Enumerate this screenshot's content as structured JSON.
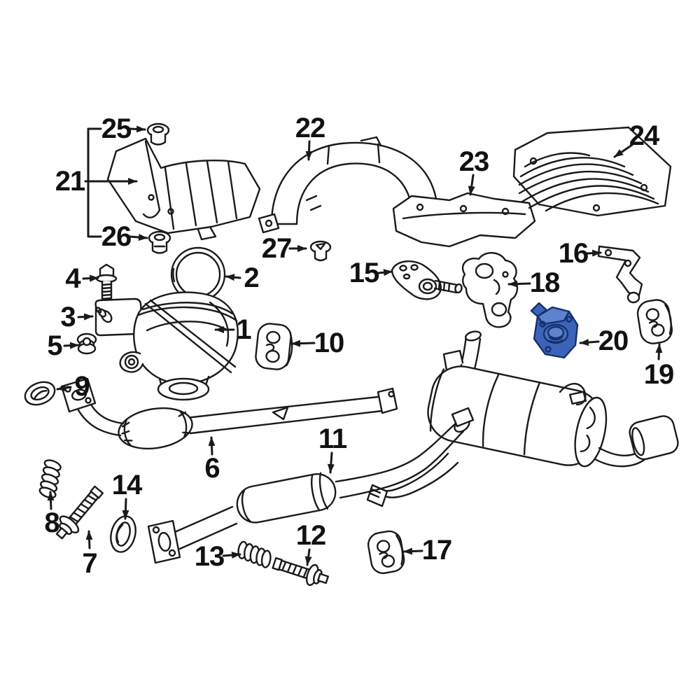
{
  "colors": {
    "background": "#ffffff",
    "line": "#1a1a1a",
    "label_text": "#111111",
    "highlight_fill": "#3b64b8",
    "highlight_facet": "#5d83cf",
    "highlight_line": "#16306e"
  },
  "labels": {
    "l1": "1",
    "l2": "2",
    "l3": "3",
    "l4": "4",
    "l5": "5",
    "l6": "6",
    "l7": "7",
    "l8": "8",
    "l9": "9",
    "l10": "10",
    "l11": "11",
    "l12": "12",
    "l13": "13",
    "l14": "14",
    "l15": "15",
    "l16": "16",
    "l17": "17",
    "l18": "18",
    "l19": "19",
    "l20": "20",
    "l21": "21",
    "l22": "22",
    "l23": "23",
    "l24": "24",
    "l25": "25",
    "l26": "26",
    "l27": "27"
  },
  "highlighted_part": {
    "label": "20"
  }
}
